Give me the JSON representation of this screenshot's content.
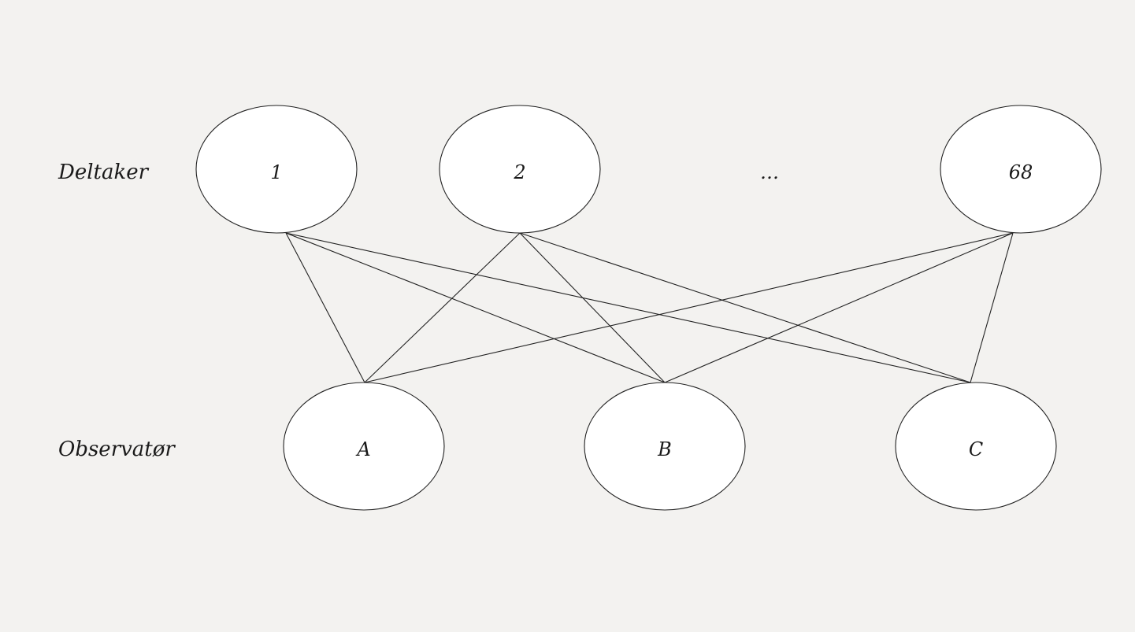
{
  "rows": {
    "participants_label": "Deltaker",
    "observers_label": "Observatør"
  },
  "participants": [
    {
      "id": "p1",
      "label": "1"
    },
    {
      "id": "p2",
      "label": "2"
    },
    {
      "id": "p68",
      "label": "68"
    }
  ],
  "ellipsis": "…",
  "observers": [
    {
      "id": "A",
      "label": "A"
    },
    {
      "id": "B",
      "label": "B"
    },
    {
      "id": "C",
      "label": "C"
    }
  ],
  "edges": [
    [
      "p1",
      "A"
    ],
    [
      "p1",
      "B"
    ],
    [
      "p1",
      "C"
    ],
    [
      "p2",
      "A"
    ],
    [
      "p2",
      "B"
    ],
    [
      "p2",
      "C"
    ],
    [
      "p68",
      "A"
    ],
    [
      "p68",
      "B"
    ],
    [
      "p68",
      "C"
    ]
  ]
}
